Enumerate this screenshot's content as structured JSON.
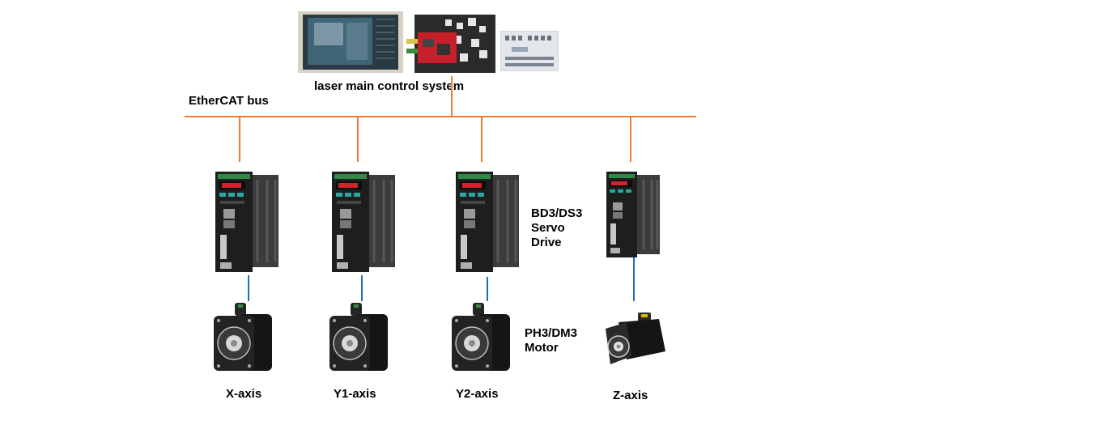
{
  "system": {
    "main_control_label": "laser main control system",
    "bus_label": "EtherCAT bus"
  },
  "annotations": {
    "drive_label": "BD3/DS3\nServo\nDrive",
    "motor_label": "PH3/DM3\nMotor"
  },
  "axes": [
    {
      "label": "X-axis"
    },
    {
      "label": "Y1-axis"
    },
    {
      "label": "Y2-axis"
    },
    {
      "label": "Z-axis"
    }
  ],
  "colors": {
    "bus": "#ed7d31",
    "signal": "#1f6fb4",
    "drive_body": "#1e1e1e",
    "motor_body": "#151515",
    "controller_board": "#c8202a"
  },
  "icons": [
    "touch-screen-panel",
    "controller-card",
    "io-module",
    "servo-drive",
    "servo-motor"
  ]
}
